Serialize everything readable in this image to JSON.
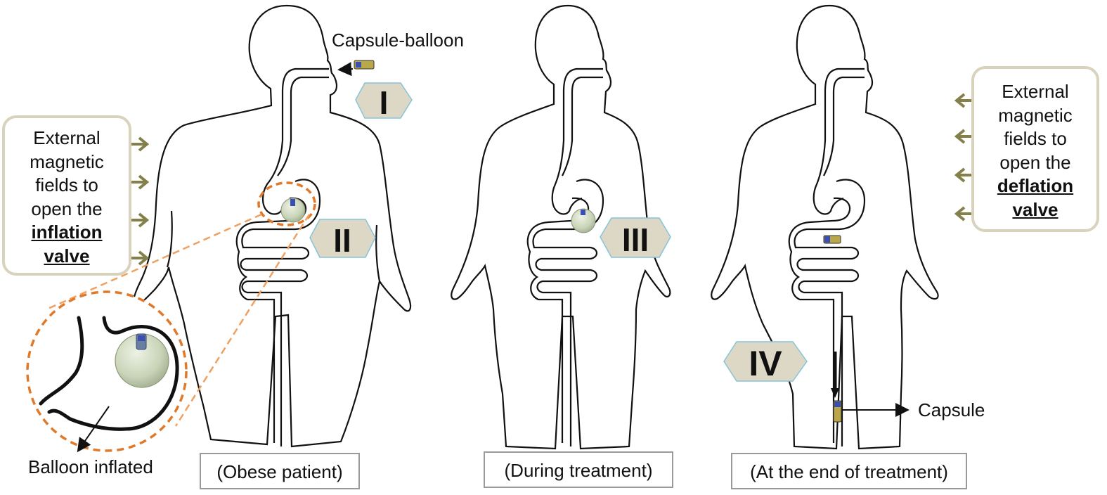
{
  "labels": {
    "capsule_balloon": "Capsule-balloon",
    "capsule": "Capsule",
    "balloon_inflated": "Balloon inflated"
  },
  "left_box": {
    "line1": "External",
    "line2": "magnetic",
    "line3": "fields to",
    "line4": "open the",
    "bold1": "inflation",
    "bold2": "valve"
  },
  "right_box": {
    "line1": "External",
    "line2": "magnetic",
    "line3": "fields to",
    "line4": "open the",
    "bold1": "deflation",
    "bold2": "valve"
  },
  "stages": {
    "s1": "I",
    "s2": "II",
    "s3": "III",
    "s4": "IV"
  },
  "captions": {
    "left": "(Obese patient)",
    "middle": "(During treatment)",
    "right": "(At the end of treatment)"
  },
  "colors": {
    "outline": "#111111",
    "arrow_olive": "#85804a",
    "box_border": "#d8d3bd",
    "badge_fill": "#ddd8c6",
    "badge_border": "#86c3d8",
    "zoom_orange": "#e07a2a",
    "balloon": "#c9d4b8",
    "capsule_body": "#b9a74a",
    "capsule_cap": "#3b4fb0"
  }
}
